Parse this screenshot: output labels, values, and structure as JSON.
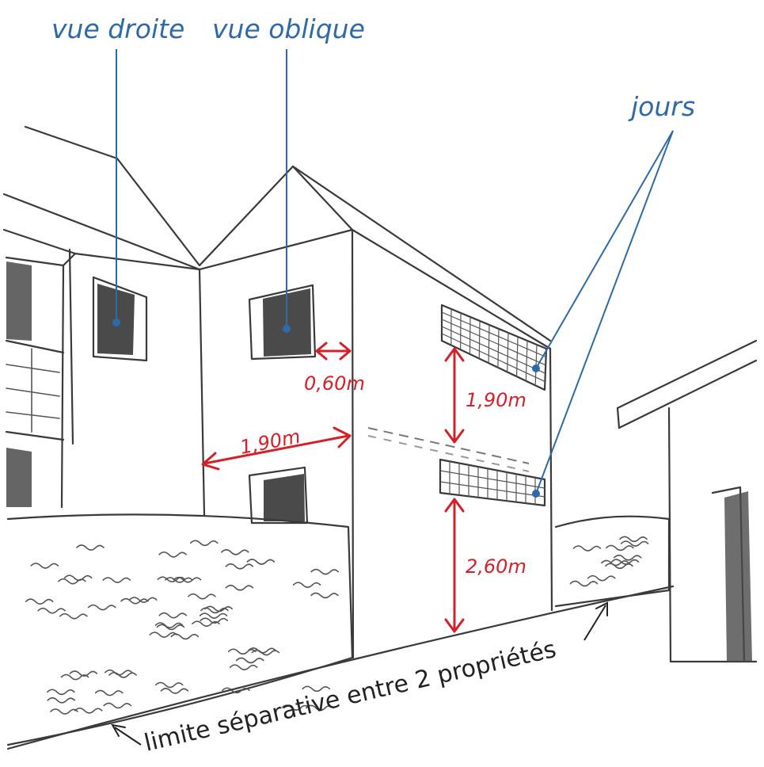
{
  "labels": {
    "vue_droite": "vue droite",
    "vue_oblique": "vue oblique",
    "jours": "jours",
    "limite": "limite séparative entre 2 propriétés"
  },
  "dimensions": {
    "d060": "0,60m",
    "d190_horizontal": "1,90m",
    "d190_vertical": "1,90m",
    "d260": "2,60m"
  },
  "colors": {
    "annotation_blue": "#2f6aa8",
    "dimension_red": "#d61f26",
    "sketch_gray": "#3a3a3a"
  }
}
